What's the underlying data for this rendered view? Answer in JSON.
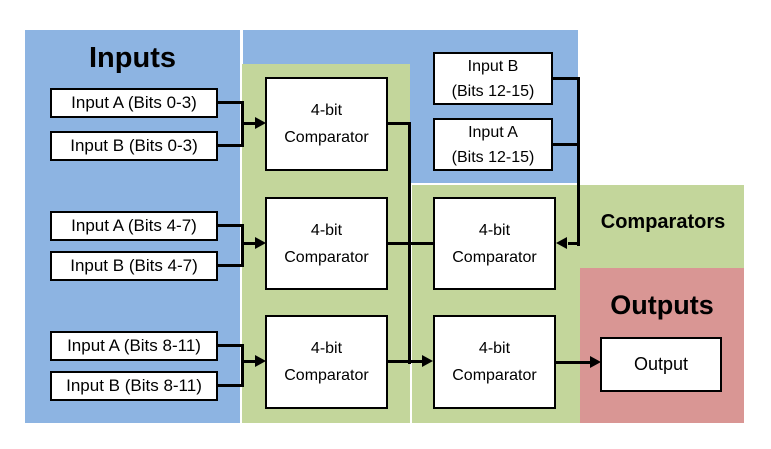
{
  "regions": {
    "inputs": {
      "label": "Inputs",
      "color": "#8DB4E2"
    },
    "comparators": {
      "label": "Comparators",
      "color": "#C3D69B"
    },
    "outputs": {
      "label": "Outputs",
      "color": "#D99694"
    }
  },
  "input_boxes": [
    {
      "label": "Input A (Bits 0-3)"
    },
    {
      "label": "Input B (Bits 0-3)"
    },
    {
      "label": "Input A (Bits 4-7)"
    },
    {
      "label": "Input B (Bits 4-7)"
    },
    {
      "label": "Input A (Bits 8-11)"
    },
    {
      "label": "Input B (Bits 8-11)"
    },
    {
      "label": "Input B\n(Bits 12-15)"
    },
    {
      "label": "Input A\n(Bits 12-15)"
    }
  ],
  "comparator_boxes": [
    {
      "label": "4-bit\nComparator"
    },
    {
      "label": "4-bit\nComparator"
    },
    {
      "label": "4-bit\nComparator"
    },
    {
      "label": "4-bit\nComparator"
    },
    {
      "label": "4-bit\nComparator"
    }
  ],
  "output_box": {
    "label": "Output"
  }
}
